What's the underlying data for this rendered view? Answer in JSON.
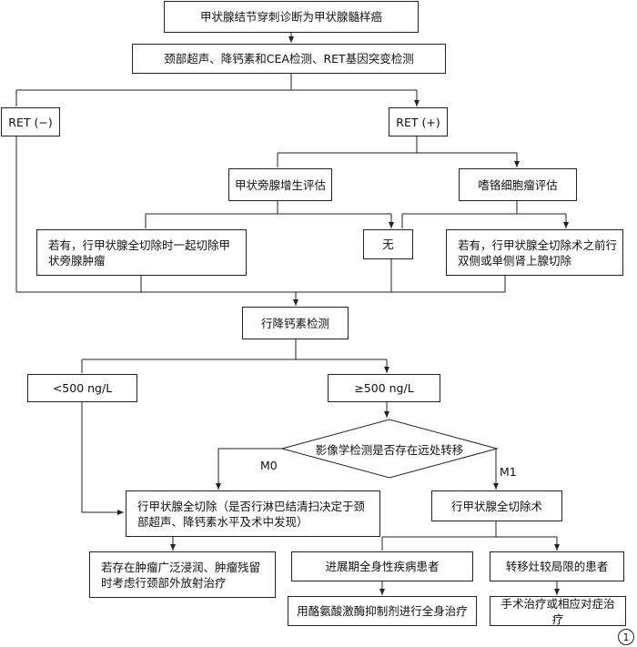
{
  "nodes": {
    "n_start": "甲状腺结节穿刺诊断为甲状腺髓样癌",
    "n_tests": "颈部超声、降钙素和CEA检测、RET基因突变检测",
    "n_ret_neg": "RET (−)",
    "n_ret_pos": "RET (+)",
    "n_para_eval": "甲状旁腺增生评估",
    "n_pheo_eval": "嗜铬细胞瘤评估",
    "n_para_res": "若有，行甲状腺全切除时一起切除甲状旁腺肿瘤",
    "n_none": "无",
    "n_pheo_res": "若有，行甲状腺全切除术之前行双侧或单侧肾上腺切除",
    "n_calc": "行降钙素检测",
    "n_lt500": "<500 ng/L",
    "n_ge500": "≥500 ng/L",
    "n_imaging": "影像学检测是否存在远处转移",
    "n_total_m0": "行甲状腺全切除（是否行淋巴结清扫决定于颈部超声、降钙素水平及术中发现）",
    "n_total_m1": "行甲状腺全切除术",
    "n_ebrt": "若存在肿瘤广泛浸润、肿瘤残留时考虑行颈部外放射治疗",
    "n_systemic": "进展期全身性疾病患者",
    "n_local": "转移灶较局限的患者",
    "n_tki": "用酪氨酸激酶抑制剂进行全身治疗",
    "n_surgery": "手术治疗或相应对症治疗"
  },
  "edge_labels": {
    "m0": "M0",
    "m1": "M1"
  },
  "page_mark": "1"
}
